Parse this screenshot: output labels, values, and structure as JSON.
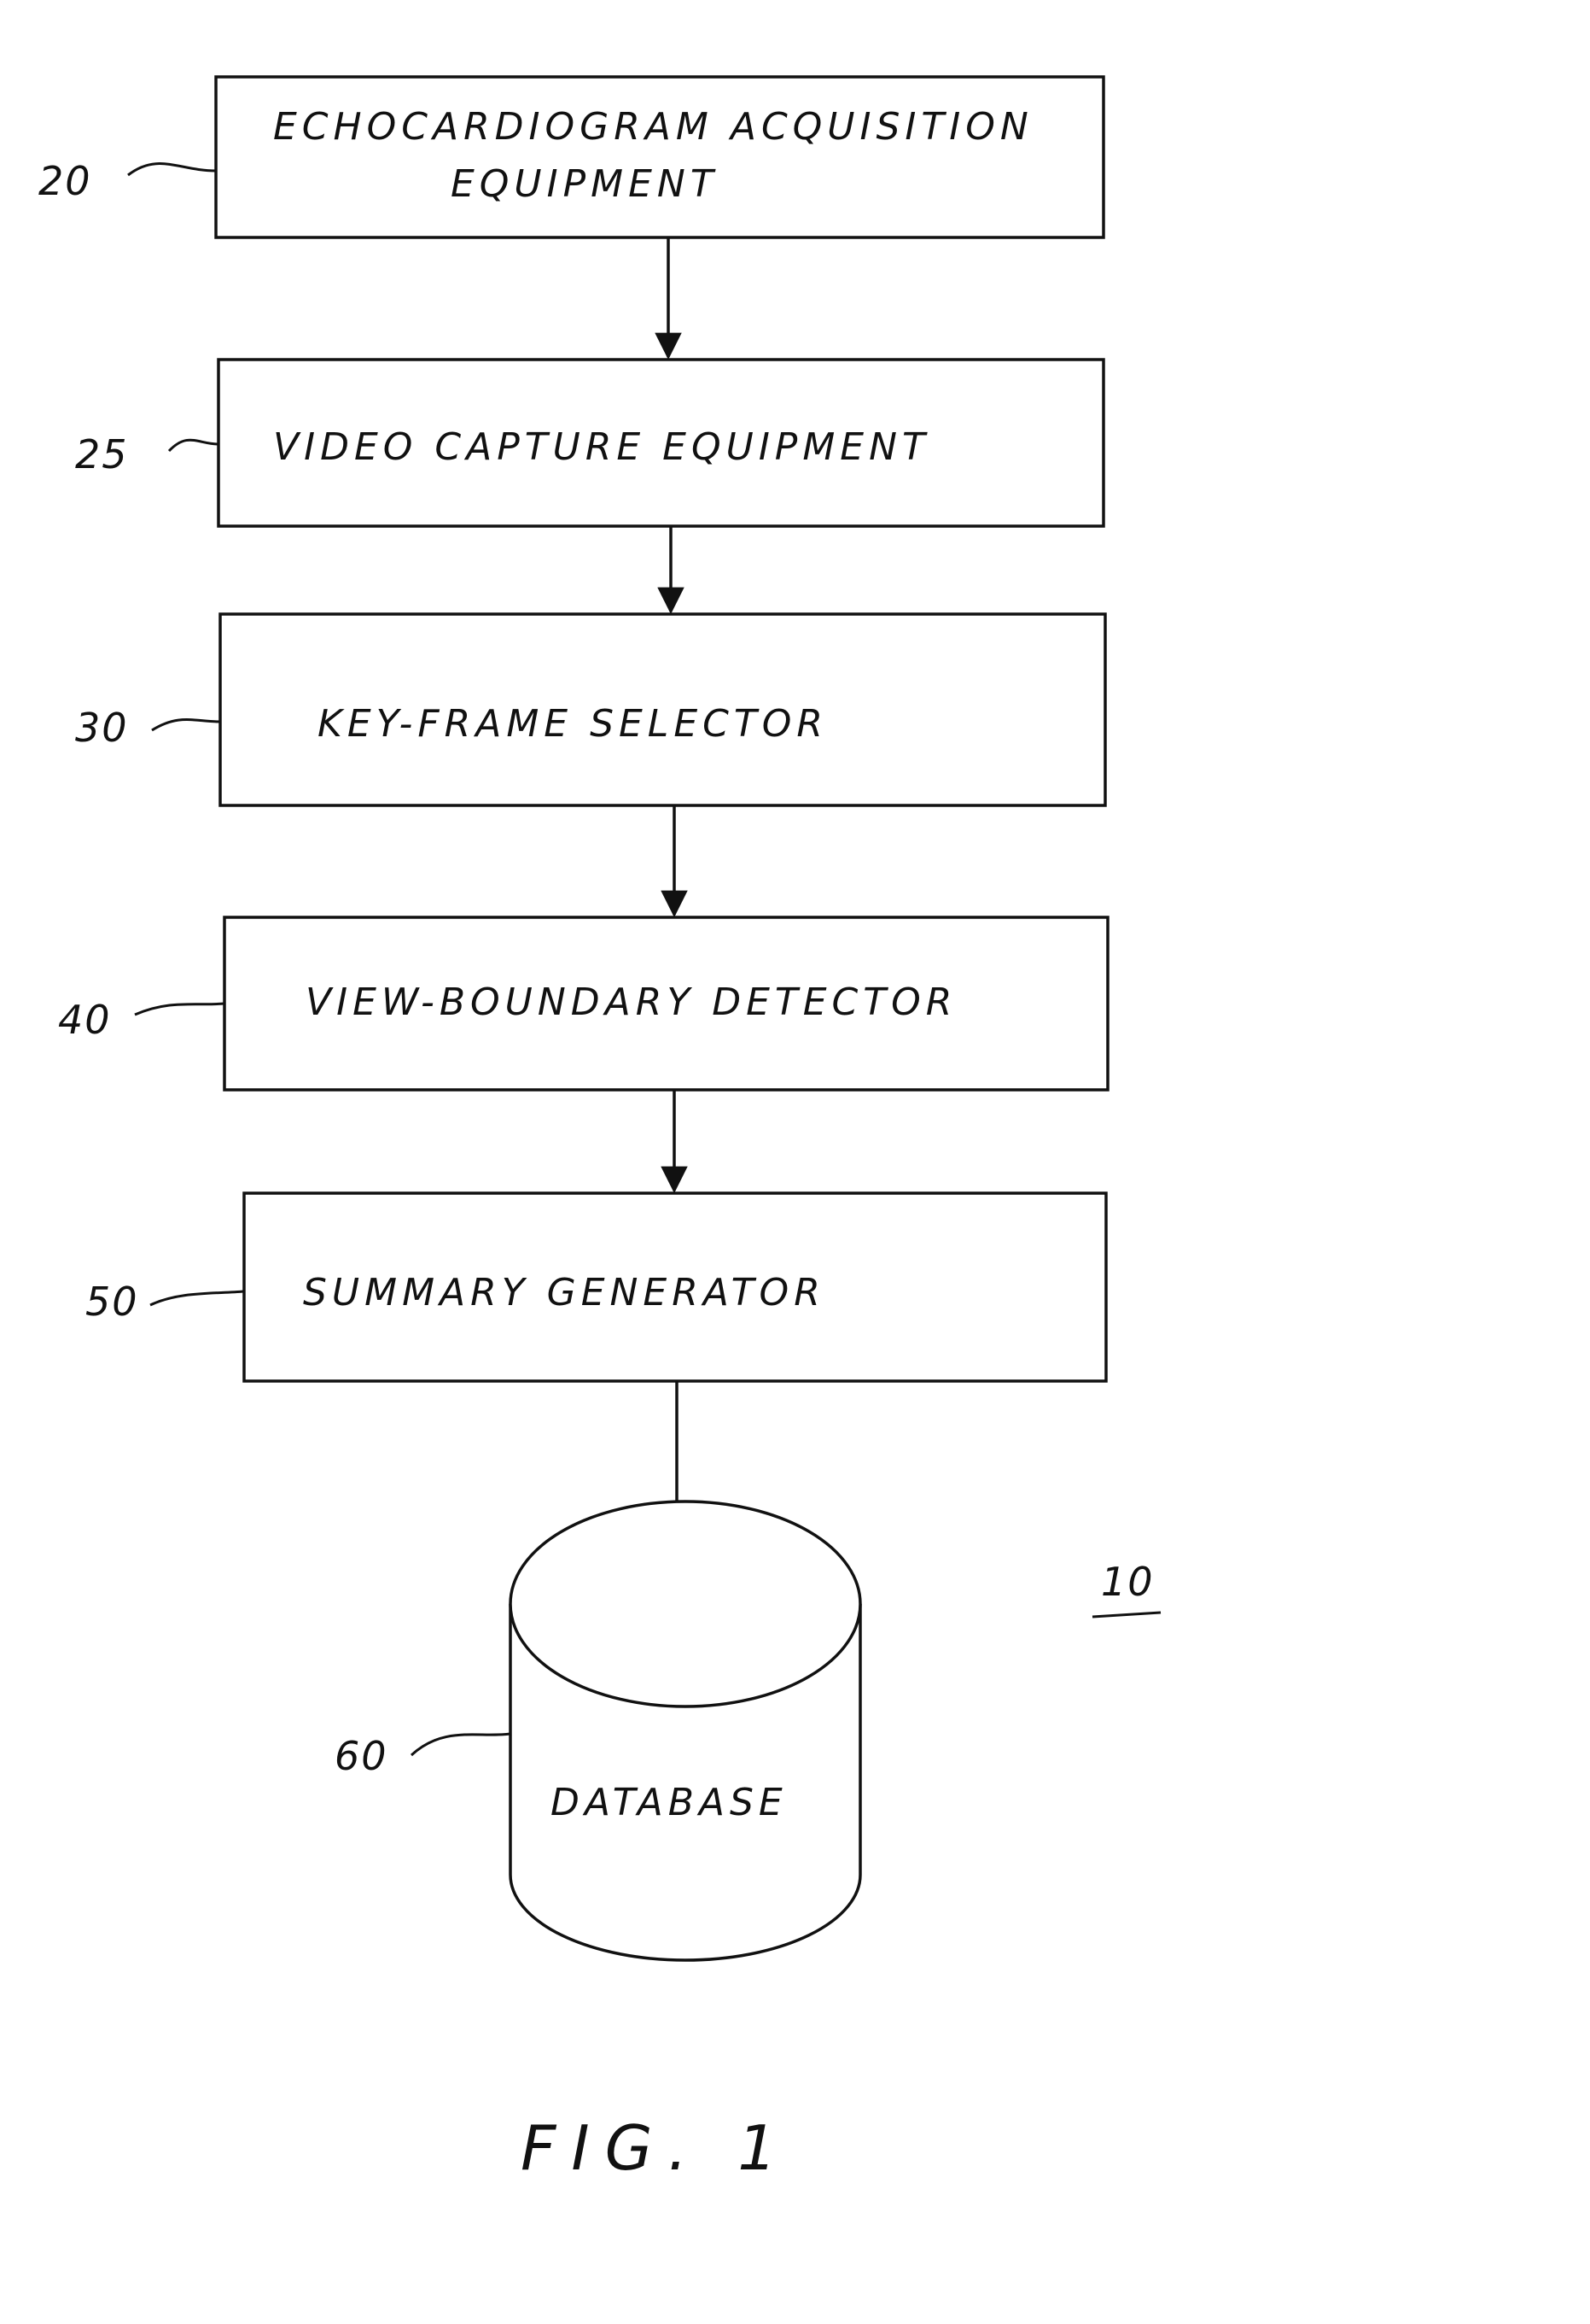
{
  "diagram": {
    "blocks": [
      {
        "ref": "20",
        "lines": [
          "ECHOCARDIOGRAM ACQUISITION",
          "EQUIPMENT"
        ]
      },
      {
        "ref": "25",
        "lines": [
          "VIDEO CAPTURE EQUIPMENT"
        ]
      },
      {
        "ref": "30",
        "lines": [
          "KEY-FRAME SELECTOR"
        ]
      },
      {
        "ref": "40",
        "lines": [
          "VIEW-BOUNDARY DETECTOR"
        ]
      },
      {
        "ref": "50",
        "lines": [
          "SUMMARY GENERATOR"
        ]
      }
    ],
    "database": {
      "ref": "60",
      "label": "DATABASE"
    },
    "system_ref": "10",
    "figure_label": "FIG. 1"
  }
}
